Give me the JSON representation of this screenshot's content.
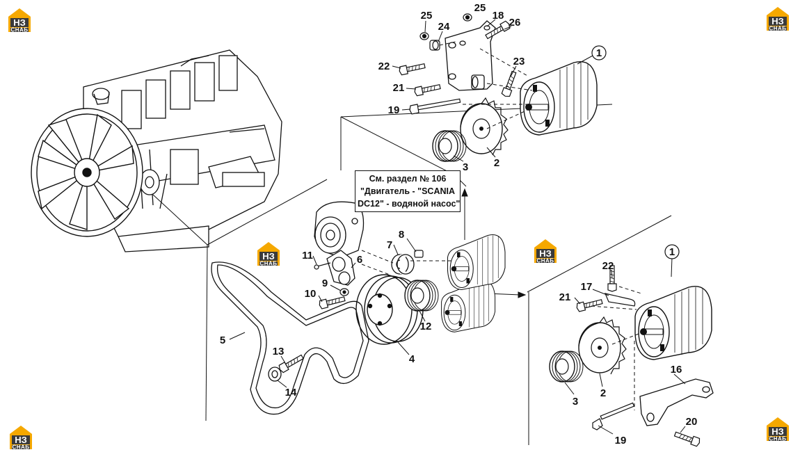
{
  "logo": {
    "top": "НЗ",
    "bottom": "СНАБ",
    "color_orange": "#f5a800",
    "color_dark": "#3a3a3a"
  },
  "reference_note": {
    "line1": "См. раздел № 106",
    "line2": "\"Двигатель - \"SCANIA",
    "line3": "DC12\" - водяной насос\""
  },
  "callouts": {
    "c25a": "25",
    "c25b": "25",
    "c18": "18",
    "c26": "26",
    "c24": "24",
    "c22a": "22",
    "c23": "23",
    "c21a": "21",
    "c19a": "19",
    "c1a": "1",
    "c3a": "3",
    "c2a": "2",
    "c8": "8",
    "c7": "7",
    "c11": "11",
    "c6": "6",
    "c9": "9",
    "c10": "10",
    "c12": "12",
    "c5": "5",
    "c4": "4",
    "c13": "13",
    "c14": "14",
    "c1b": "1",
    "c22b": "22",
    "c17": "17",
    "c21b": "21",
    "c3b": "3",
    "c2b": "2",
    "c16": "16",
    "c20": "20",
    "c19b": "19"
  }
}
